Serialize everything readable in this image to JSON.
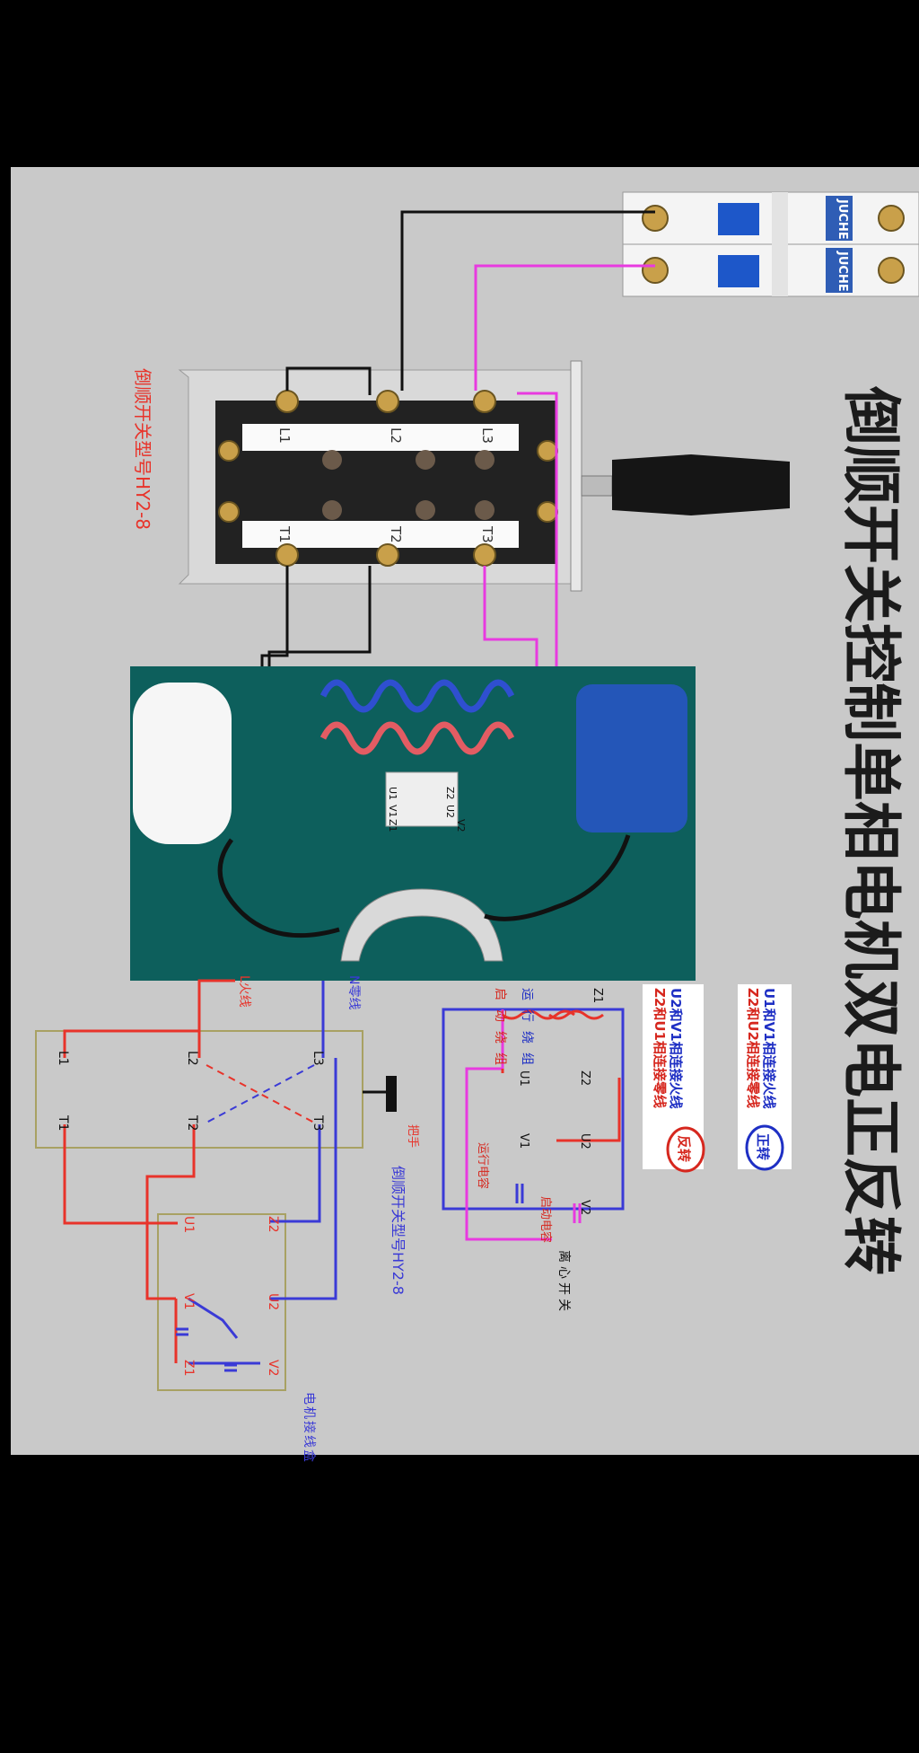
{
  "title": "倒顺开关控制单相电机双电正反转",
  "switch_model_label": "倒顺开关型号HY2-8",
  "switch_terminals": {
    "L1": "L1",
    "L2": "L2",
    "L3": "L3",
    "T1": "T1",
    "T2": "T2",
    "T3": "T3"
  },
  "breaker_brand": "JUCHE",
  "motor_terminals": {
    "Z2": "Z2",
    "U2": "U2",
    "V2": "V2",
    "U1": "U1",
    "V1": "V1",
    "Z1": "Z1"
  },
  "legend": {
    "forward_badge": "正转",
    "forward_line1": "U1和V1相连接火线",
    "forward_line2": "Z2和U2相连接零线",
    "reverse_badge": "反转",
    "reverse_line1": "U2和V1相连接火线",
    "reverse_line2": "Z2和U1相连接零线"
  },
  "motor_diagram": {
    "start_winding": "启动绕组",
    "run_winding": "运行绕组",
    "run_cap": "运行电容",
    "start_cap": "启动电容",
    "centrifugal_switch": "离心开关",
    "labels": {
      "Z2": "Z2",
      "U2": "U2",
      "V2": "V2",
      "Z1": "Z1",
      "U1": "U1",
      "V1": "V1"
    }
  },
  "schematic": {
    "live_label": "L火线",
    "neutral_label": "N零线",
    "handle_label": "把手",
    "switch_model": "倒顺开关型号HY2-8",
    "motor_box": "电机接线盒",
    "terms": {
      "L1": "L1",
      "L2": "L2",
      "L3": "L3",
      "T1": "T1",
      "T2": "T2",
      "T3": "T3",
      "U1": "U1",
      "Z2": "Z2",
      "U2": "U2",
      "V1": "V1",
      "Z1": "Z1",
      "V2": "V2"
    }
  },
  "colors": {
    "live": "#e8332a",
    "neutral": "#3a3ad6",
    "magenta": "#e83ae0",
    "panel": "#c9c9c9",
    "teal": "#0d5f5c"
  }
}
